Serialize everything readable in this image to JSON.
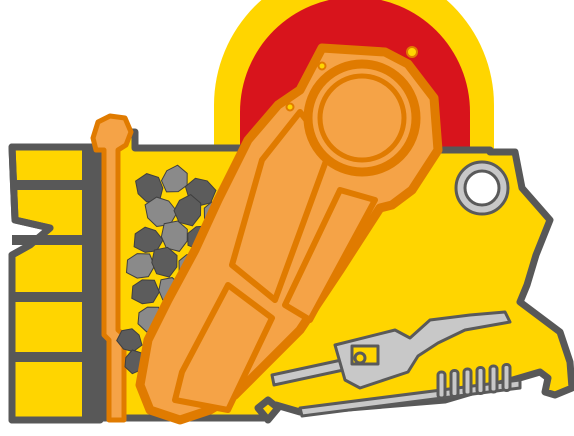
{
  "diagram": {
    "subject": "jaw-crusher-cross-section",
    "colors": {
      "background": "#ffffff",
      "housing_fill": "#ffd500",
      "housing_outline": "#585858",
      "flywheel_rim": "#ffd500",
      "flywheel_core": "#d8141c",
      "swing_jaw_fill": "#f5a347",
      "swing_jaw_outline": "#e07b00",
      "mechanism_fill": "#c8c8c8",
      "mechanism_outline": "#5a5a5a",
      "rock_fill": "#8a8a8a",
      "rock_dark": "#5c5c5c"
    },
    "parts": [
      "fixed-jaw-frame",
      "flywheel",
      "swing-jaw",
      "eccentric-shaft",
      "feed-rocks",
      "toggle-mechanism",
      "tension-spring",
      "lifting-eye"
    ]
  }
}
